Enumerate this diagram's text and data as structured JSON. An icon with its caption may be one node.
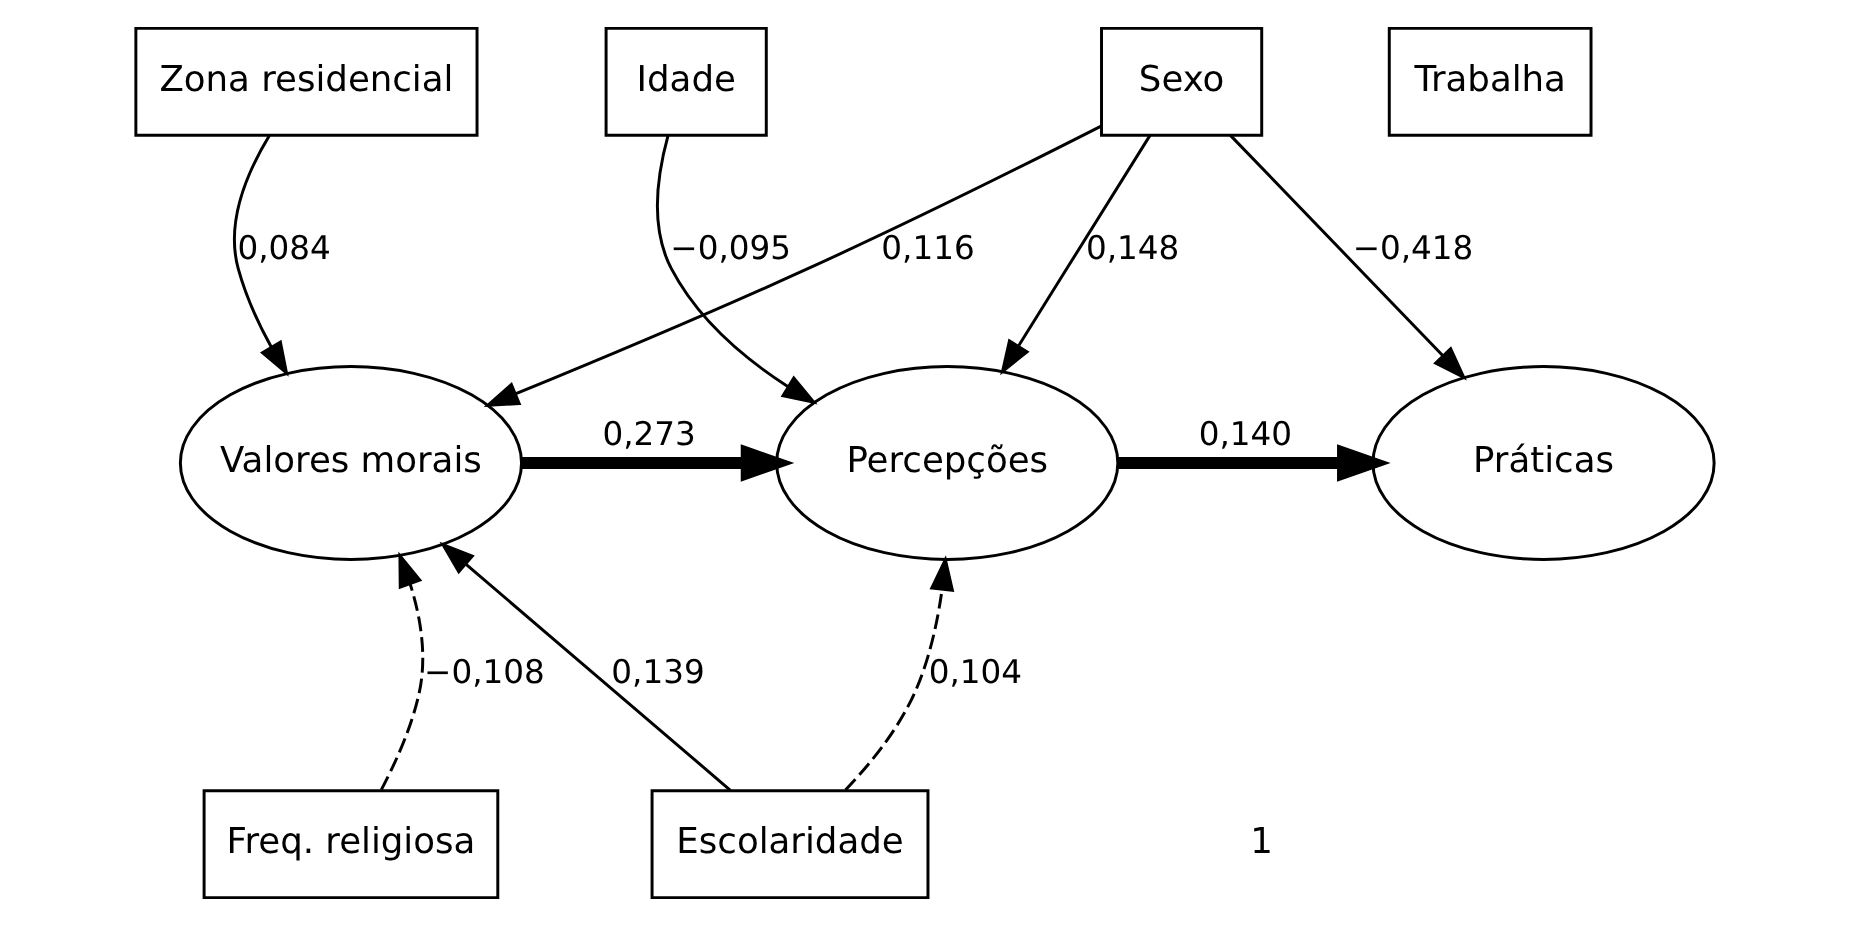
{
  "diagram": {
    "nodes": [
      {
        "text": [
          "Zona residencial"
        ]
      },
      {
        "text": [
          "Idade"
        ]
      },
      {
        "text": [
          "Sexo"
        ]
      },
      {
        "text": [
          "Trabalha"
        ]
      },
      {
        "text": [
          "Valores morais"
        ]
      },
      {
        "text": [
          "Percepções"
        ]
      },
      {
        "text": [
          "Práticas"
        ]
      },
      {
        "text": [
          "Freq. religiosa"
        ]
      },
      {
        "text": [
          "Escolaridade"
        ]
      }
    ],
    "edges": [
      {
        "from": 0,
        "to": 4,
        "arrow": "to",
        "label": "0,084"
      },
      {
        "from": 2,
        "to": 4,
        "arrow": "to",
        "label": "0,116"
      },
      {
        "from": 1,
        "to": 5,
        "arrow": "to",
        "label": "−0,095"
      },
      {
        "from": 2,
        "to": 5,
        "arrow": "to",
        "label": "0,148"
      },
      {
        "from": 2,
        "to": 6,
        "arrow": "to",
        "label": "−0,418"
      },
      {
        "from": 4,
        "to": 5,
        "arrow": "to",
        "label": "0,273",
        "style": "thick"
      },
      {
        "from": 5,
        "to": 6,
        "arrow": "to",
        "label": "0,140",
        "style": "thick"
      },
      {
        "from": 7,
        "to": 4,
        "arrow": "to",
        "label": "−0,108",
        "style": "dashed"
      },
      {
        "from": 8,
        "to": 4,
        "arrow": "to",
        "label": "0,139"
      },
      {
        "from": 8,
        "to": 5,
        "arrow": "to",
        "label": "0,104",
        "style": "dashed"
      }
    ],
    "labels": [
      "1"
    ]
  }
}
